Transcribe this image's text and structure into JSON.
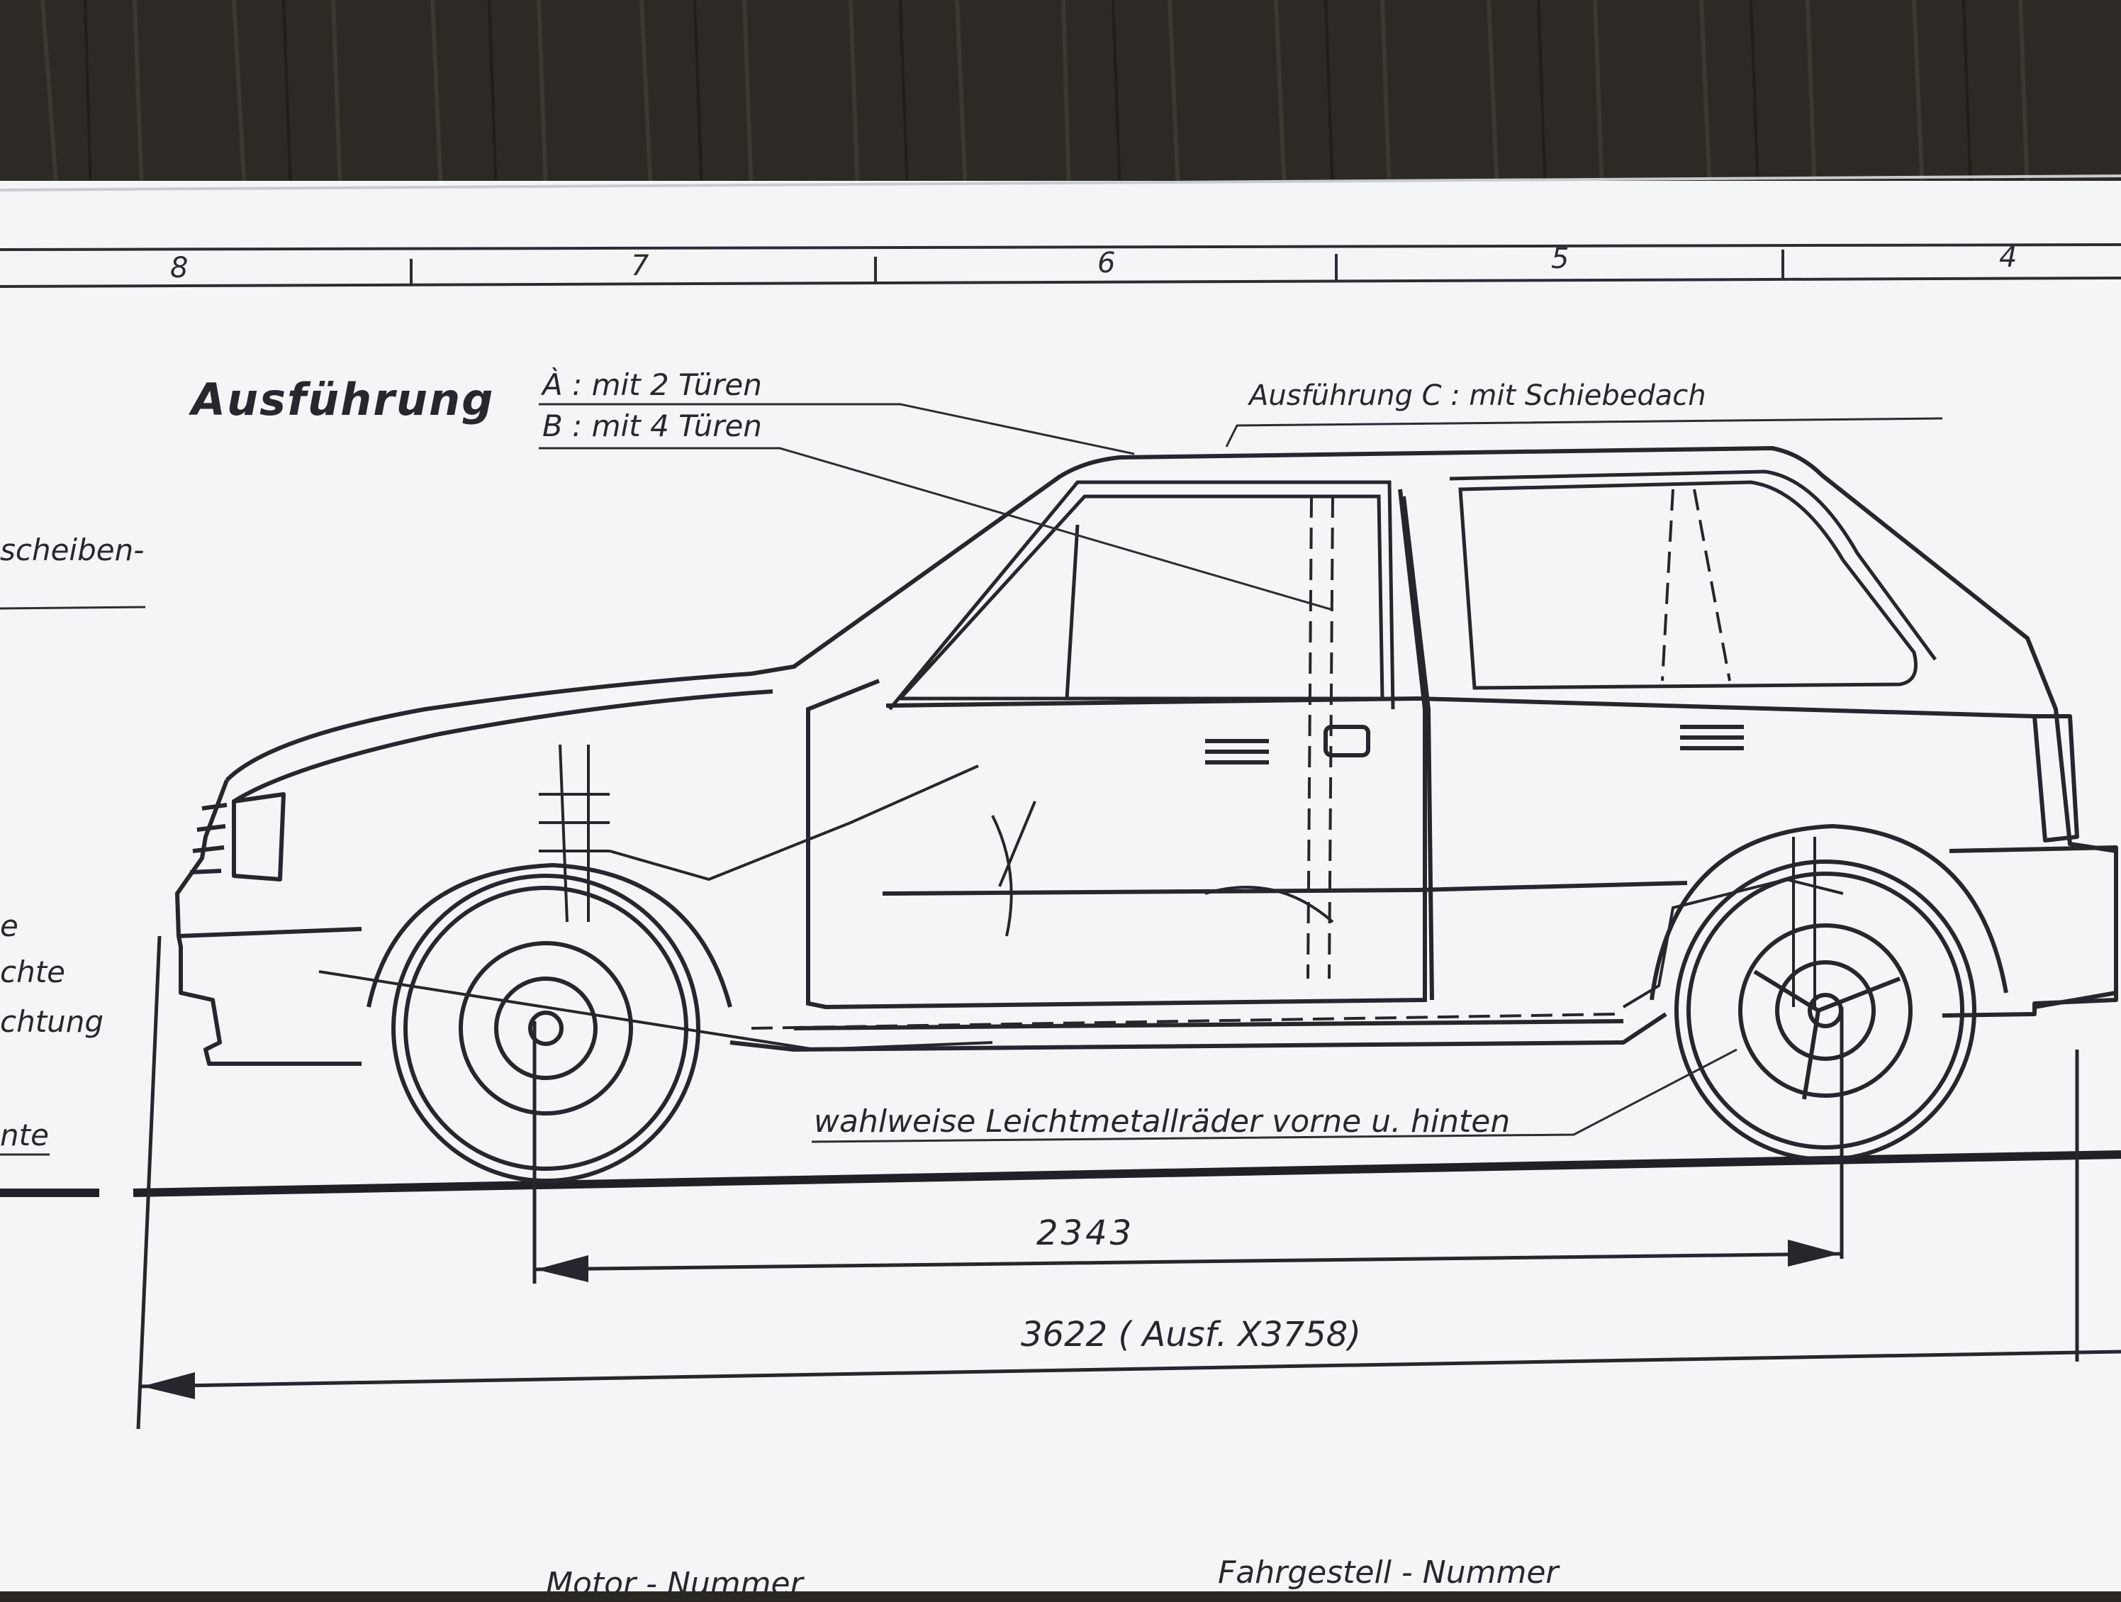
{
  "sheet": {
    "zone_numbers": [
      "8",
      "7",
      "6",
      "5",
      "4"
    ],
    "ausfuehrung_heading": "Ausführung",
    "variant_a": "À : mit 2 Türen",
    "variant_b": "B : mit 4 Türen",
    "variant_c": "Ausführung C :  mit Schiebedach",
    "wheel_note": "wahlweise  Leichtmetallräder  vorne  u.  hinten",
    "wheelbase": "2343",
    "overall_length": "3622 ( Ausf. X3758)",
    "left_margin_fragments": [
      "scheiben-",
      "e",
      "chte",
      "chtung",
      "nte"
    ],
    "bottom_labels": [
      "Motor - Nummer",
      "Fahrgestell - Nummer"
    ]
  }
}
